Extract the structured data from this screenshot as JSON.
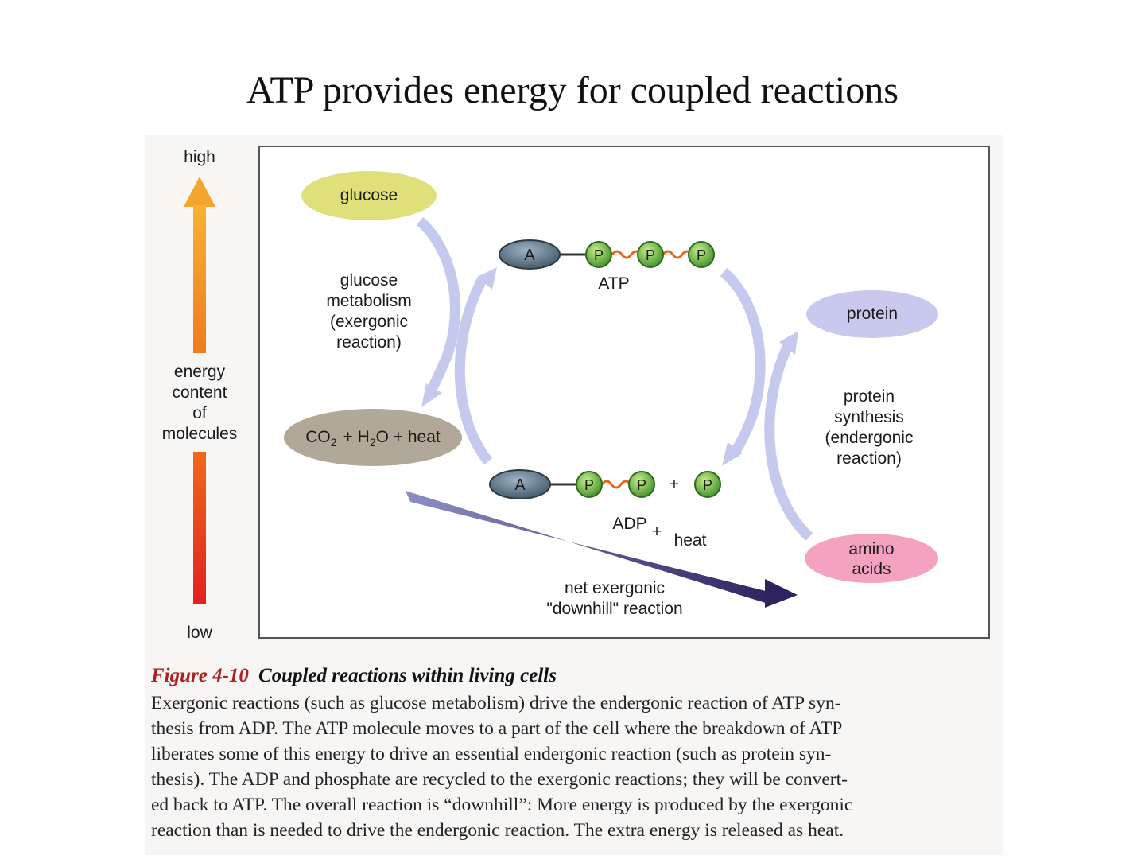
{
  "title": "ATP provides energy for coupled reactions",
  "energy_axis": {
    "high": "high",
    "low": "low",
    "label": [
      "energy",
      "content",
      "of",
      "molecules"
    ]
  },
  "molecules": {
    "glucose": "glucose",
    "products_co2": "CO",
    "products_co2_sub": "2",
    "products_h2o_plus": "+ H",
    "products_h2o_sub": "2",
    "products_rest": "O + heat",
    "protein": "protein",
    "amino_acids": [
      "amino",
      "acids"
    ]
  },
  "reactions": {
    "glucose_metabolism": [
      "glucose",
      "metabolism",
      "(exergonic",
      "reaction)"
    ],
    "protein_synthesis": [
      "protein",
      "synthesis",
      "(endergonic",
      "reaction)"
    ],
    "net": [
      "net exergonic",
      "\"downhill\" reaction"
    ]
  },
  "atp": {
    "adenosine": "A",
    "phosphate": "P",
    "label": "ATP"
  },
  "adp": {
    "adenosine": "A",
    "phosphate": "P",
    "plus": "+",
    "label": "ADP",
    "plus_heat": "+",
    "heat": "heat"
  },
  "caption": {
    "figure": "Figure 4-10",
    "title": "Coupled reactions within living cells",
    "lines": [
      "Exergonic reactions (such as glucose metabolism) drive the endergonic reaction of ATP syn-",
      "thesis from ADP. The ATP molecule moves to a part of the cell where the breakdown of ATP",
      "liberates some of this energy to drive an essential endergonic reaction (such as protein syn-",
      "thesis). The ADP and phosphate are recycled to the exergonic reactions; they will be convert-",
      "ed back to ATP. The overall reaction is “downhill”: More energy is produced by the exergonic",
      "reaction than is needed to drive the endergonic reaction. The extra energy is released as heat."
    ]
  },
  "colors": {
    "glucose": "#dfe07a",
    "products": "#b2a89a",
    "protein": "#c9c8ee",
    "amino_acids": "#f3a3c0",
    "cycle_arrows": "#c5c9ee",
    "net_arrow": "#3b2e6e",
    "phosphate": "#5fae3a",
    "adenosine": "#4f6677",
    "figure_label": "#b02020"
  }
}
